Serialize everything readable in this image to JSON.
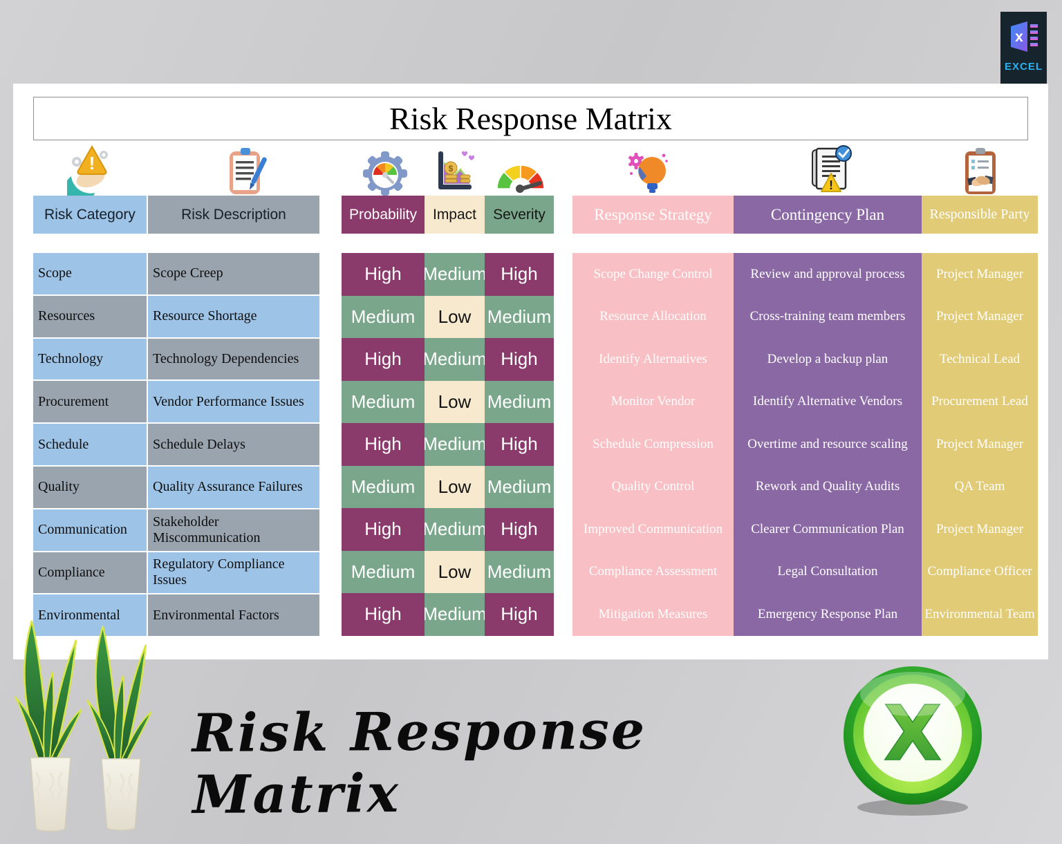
{
  "page": {
    "main_title": "Risk Response Matrix",
    "footer_title": "Risk Response Matrix"
  },
  "excel_badge": {
    "label": "EXCEL"
  },
  "table": {
    "headers": {
      "risk_category": "Risk Category",
      "risk_description": "Risk Description",
      "probability": "Probability",
      "impact": "Impact",
      "severity": "Severity",
      "response_strategy": "Response Strategy",
      "contingency_plan": "Contingency Plan",
      "responsible_party": "Responsible Party"
    },
    "rows": [
      {
        "category": "Scope",
        "description": "Scope Creep",
        "probability": "High",
        "impact": "Medium",
        "severity": "High",
        "response_strategy": "Scope Change Control",
        "contingency_plan": "Review and approval process",
        "responsible_party": "Project Manager"
      },
      {
        "category": "Resources",
        "description": "Resource Shortage",
        "probability": "Medium",
        "impact": "Low",
        "severity": "Medium",
        "response_strategy": "Resource Allocation",
        "contingency_plan": "Cross-training team members",
        "responsible_party": "Project Manager"
      },
      {
        "category": "Technology",
        "description": "Technology Dependencies",
        "probability": "High",
        "impact": "Medium",
        "severity": "High",
        "response_strategy": "Identify Alternatives",
        "contingency_plan": "Develop a backup plan",
        "responsible_party": "Technical Lead"
      },
      {
        "category": "Procurement",
        "description": "Vendor Performance Issues",
        "probability": "Medium",
        "impact": "Low",
        "severity": "Medium",
        "response_strategy": "Monitor Vendor",
        "contingency_plan": "Identify Alternative Vendors",
        "responsible_party": "Procurement Lead"
      },
      {
        "category": "Schedule",
        "description": "Schedule Delays",
        "probability": "High",
        "impact": "Medium",
        "severity": "High",
        "response_strategy": "Schedule Compression",
        "contingency_plan": "Overtime and resource scaling",
        "responsible_party": "Project Manager"
      },
      {
        "category": "Quality",
        "description": "Quality Assurance Failures",
        "probability": "Medium",
        "impact": "Low",
        "severity": "Medium",
        "response_strategy": "Quality Control",
        "contingency_plan": "Rework and Quality Audits",
        "responsible_party": "QA Team"
      },
      {
        "category": "Communication",
        "description": "Stakeholder Miscommunication",
        "probability": "High",
        "impact": "Medium",
        "severity": "High",
        "response_strategy": "Improved Communication",
        "contingency_plan": "Clearer Communication Plan",
        "responsible_party": "Project Manager"
      },
      {
        "category": "Compliance",
        "description": "Regulatory Compliance Issues",
        "probability": "Medium",
        "impact": "Low",
        "severity": "Medium",
        "response_strategy": "Compliance Assessment",
        "contingency_plan": "Legal Consultation",
        "responsible_party": "Compliance Officer"
      },
      {
        "category": "Environmental",
        "description": "Environmental Factors",
        "probability": "High",
        "impact": "Medium",
        "severity": "High",
        "response_strategy": "Mitigation Measures",
        "contingency_plan": "Emergency Response Plan",
        "responsible_party": "Environmental Team"
      }
    ]
  },
  "icons": {
    "risk_category": "risk-alert-hand-icon",
    "risk_description": "clipboard-pen-icon",
    "probability": "gauge-gear-icon",
    "impact": "impact-coins-chart-icon",
    "severity": "severity-gauge-icon",
    "response_strategy": "idea-bulb-gear-icon",
    "contingency_plan": "contingency-document-icon",
    "responsible_party": "handshake-clipboard-icon",
    "corner_badge": "excel-logo-icon",
    "footer_logo": "excel-orb-icon",
    "footer_left": "snake-plants-icon"
  },
  "colors": {
    "blue": "#9dc3e6",
    "gray": "#9aa4ae",
    "plum": "#8a3b6b",
    "green": "#7aa78b",
    "cream": "#f7e9cd",
    "pink": "#f8c0c5",
    "purple": "#8968a4",
    "gold": "#e2cb76",
    "badge_bg": "#16242e",
    "badge_text": "#2bb0f0"
  }
}
